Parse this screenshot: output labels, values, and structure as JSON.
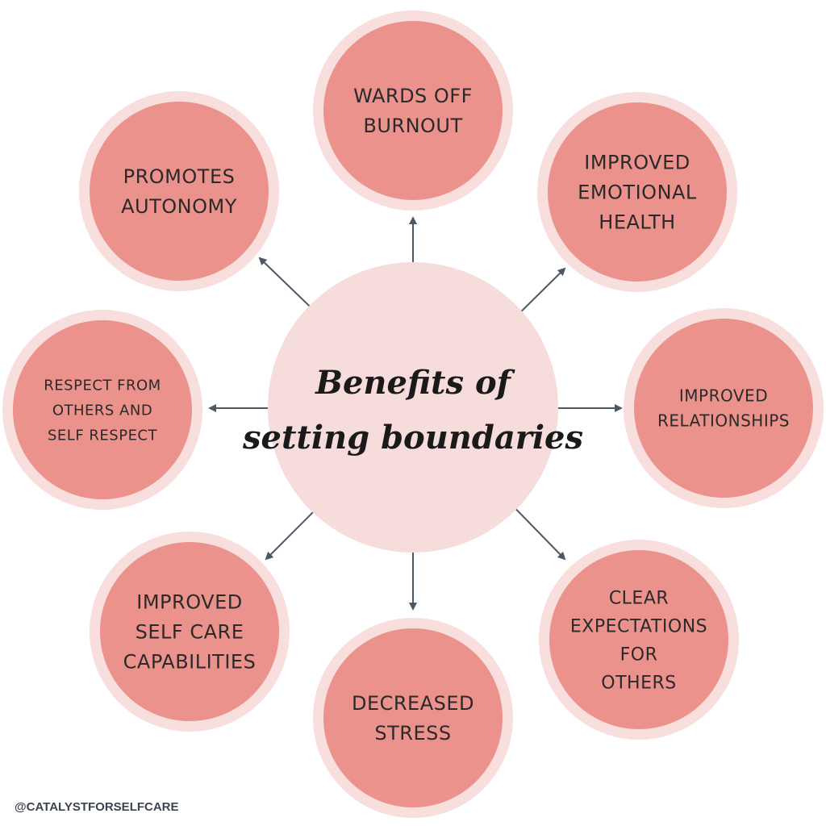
{
  "center": {
    "lines": [
      "Benefits of",
      "setting boundaries"
    ]
  },
  "benefits": [
    {
      "id": "wards-off-burnout",
      "lines": [
        "WARDS OFF",
        "BURNOUT"
      ]
    },
    {
      "id": "improved-emotional-health",
      "lines": [
        "IMPROVED",
        "EMOTIONAL",
        "HEALTH"
      ]
    },
    {
      "id": "improved-relationships",
      "lines": [
        "IMPROVED",
        "RELATIONSHIPS"
      ]
    },
    {
      "id": "clear-expectations",
      "lines": [
        "CLEAR",
        "EXPECTATIONS",
        "FOR",
        "OTHERS"
      ]
    },
    {
      "id": "decreased-stress",
      "lines": [
        "DECREASED",
        "STRESS"
      ]
    },
    {
      "id": "improved-self-care",
      "lines": [
        "IMPROVED",
        "SELF CARE",
        "CAPABILITIES"
      ]
    },
    {
      "id": "respect",
      "lines": [
        "RESPECT FROM",
        "OTHERS AND",
        "SELF RESPECT"
      ]
    },
    {
      "id": "promotes-autonomy",
      "lines": [
        "PROMOTES",
        "AUTONOMY"
      ]
    }
  ],
  "footer": {
    "handle": "@CATALYSTFORSELFCARE"
  },
  "colors": {
    "center_fill": "#f6dcdb",
    "bubble_ring": "#f8dedd",
    "bubble_fill": "#ec928d",
    "arrow": "#4d5865",
    "text": "#2a2a2a"
  }
}
